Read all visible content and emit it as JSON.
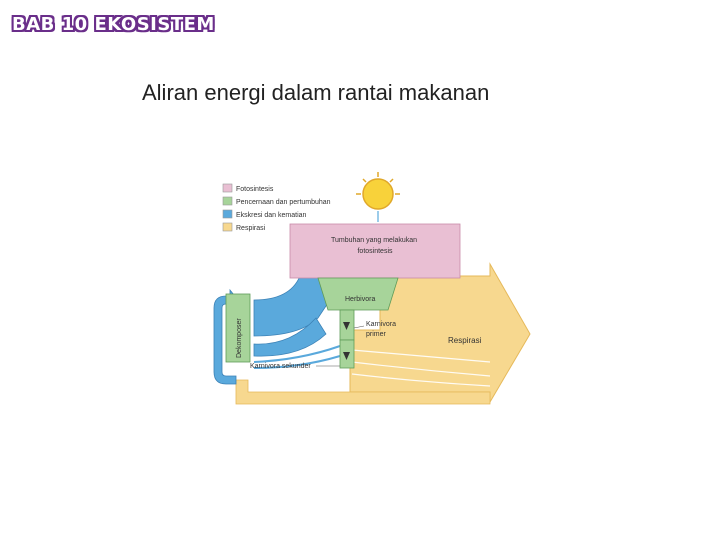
{
  "chapter_title": "BAB 10 EKOSISTEM",
  "heading": "Aliran energi dalam rantai makanan",
  "legend": [
    {
      "label": "Fotosintesis",
      "color": "#e9bfd3"
    },
    {
      "label": "Pencernaan dan pertumbuhan",
      "color": "#a7d49a"
    },
    {
      "label": "Ekskresi dan kematian",
      "color": "#5aa9dc"
    },
    {
      "label": "Respirasi",
      "color": "#f7d88f"
    }
  ],
  "nodes": {
    "plants": "Tumbuhan yang melakukan fotosintesis",
    "herbivore": "Herbivora",
    "primary_carnivore": "Karnivora primer",
    "secondary_carnivore": "Karnivora sekunder",
    "decomposer": "Dekomposer",
    "respiration": "Respirasi"
  },
  "colors": {
    "sun": "#f8d23a",
    "chapter_outline": "#6a2e8a"
  }
}
